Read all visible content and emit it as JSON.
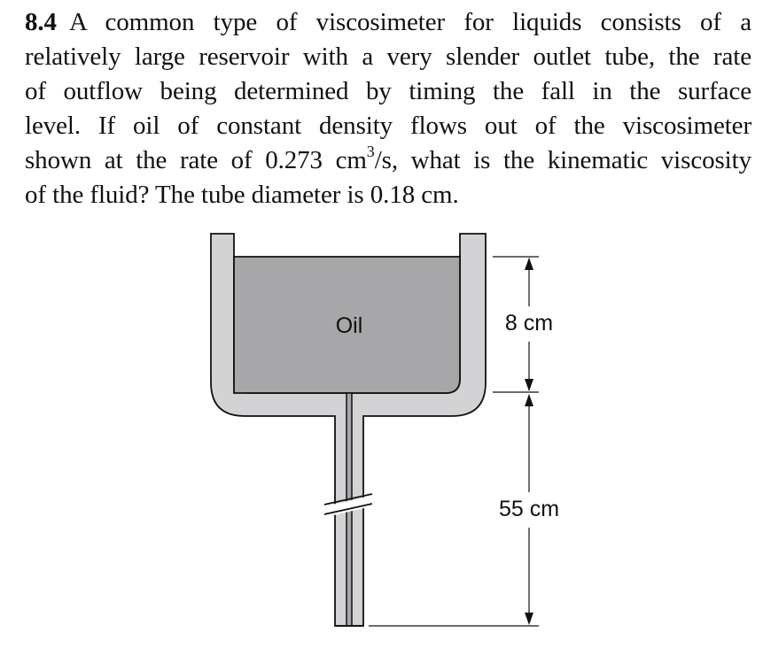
{
  "problem": {
    "number": "8.4",
    "lines": [
      "A common type of viscosimeter for liquids consists of a",
      "relatively large reservoir with a very slender outlet tube, the rate",
      "of outflow being determined by timing the fall in the surface",
      "level. If oil of constant density flows out of the viscosimeter"
    ],
    "line5_pre": "shown at the rate of 0.273 cm",
    "line5_sup": "3",
    "line5_post": "/s, what is the kinematic viscosity",
    "line6": "of the fluid? The tube diameter is 0.18 cm."
  },
  "diagram": {
    "fluid_label": "Oil",
    "dim_top": "8 cm",
    "dim_bottom": "55 cm",
    "colors": {
      "wall": "#d3d3d5",
      "oil": "#a7a7a9",
      "stroke": "#111111"
    }
  }
}
